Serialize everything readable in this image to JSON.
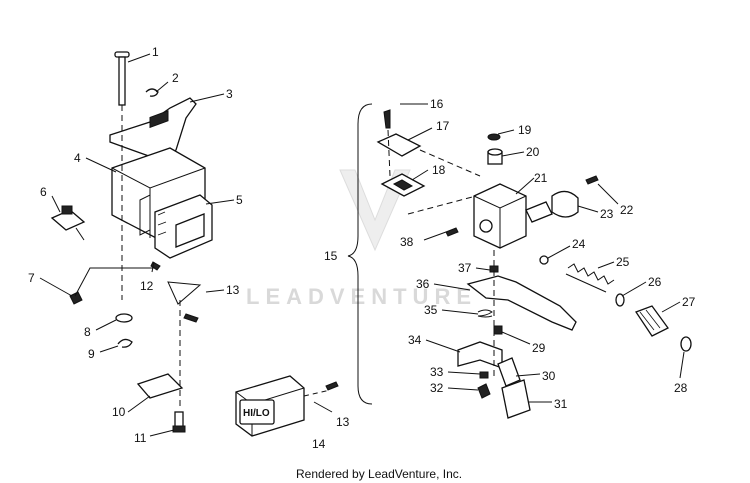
{
  "watermark": "LEADVENTURE",
  "footer": "Rendered by LeadVenture, Inc.",
  "switch_label": "HI/LO",
  "callouts": [
    "1",
    "2",
    "3",
    "4",
    "5",
    "6",
    "7",
    "8",
    "9",
    "10",
    "11",
    "12",
    "13",
    "13",
    "14",
    "15",
    "16",
    "17",
    "18",
    "19",
    "20",
    "21",
    "22",
    "23",
    "24",
    "25",
    "26",
    "27",
    "28",
    "29",
    "30",
    "31",
    "32",
    "33",
    "34",
    "35",
    "36",
    "37",
    "38"
  ]
}
